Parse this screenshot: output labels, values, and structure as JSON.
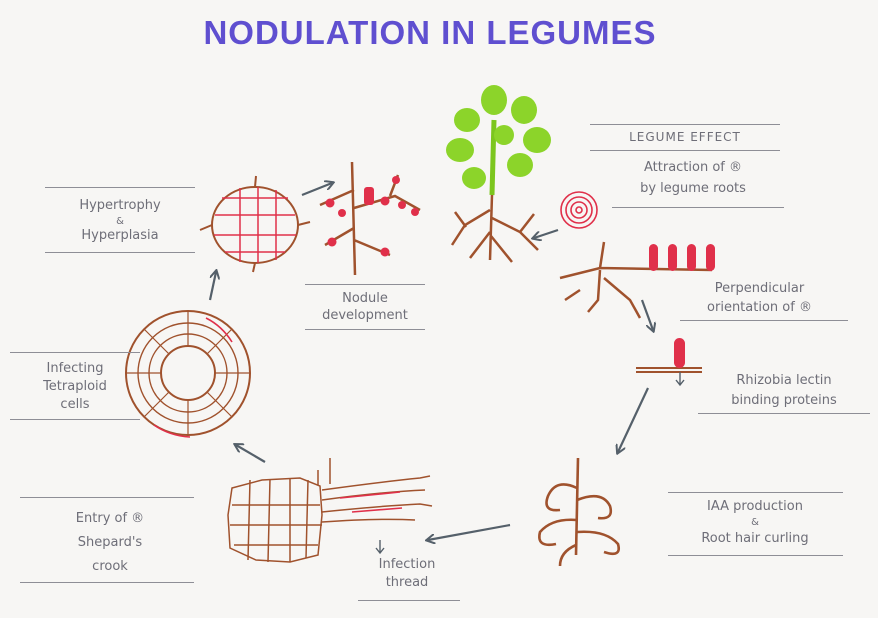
{
  "title": "NODULATION IN LEGUMES",
  "colors": {
    "title": "#5f4fd0",
    "root": "#a0522d",
    "rhizobia": "#e0304a",
    "leaf": "#7cc61e",
    "arrow": "#55606a",
    "text": "#6e6e78"
  },
  "steps": [
    {
      "id": "legume-effect",
      "heading": "LEGUME EFFECT",
      "lines": [
        "Attraction of ®",
        "by legume roots"
      ]
    },
    {
      "id": "perpendicular",
      "lines": [
        "Perpendicular",
        "orientation of ®"
      ]
    },
    {
      "id": "lectin",
      "lines": [
        "Rhizobia lectin",
        "binding proteins"
      ]
    },
    {
      "id": "iaa",
      "lines": [
        "IAA production",
        "&",
        "Root hair curling"
      ]
    },
    {
      "id": "infection-thread",
      "lines": [
        "Infection",
        "thread"
      ]
    },
    {
      "id": "entry",
      "lines": [
        "Entry of ®",
        "Shepard's",
        "crook"
      ]
    },
    {
      "id": "tetraploid",
      "lines": [
        "Infecting",
        "Tetraploid",
        "cells"
      ]
    },
    {
      "id": "hypertrophy",
      "lines": [
        "Hypertrophy",
        "&",
        "Hyperplasia"
      ]
    },
    {
      "id": "nodule",
      "lines": [
        "Nodule",
        "development"
      ]
    }
  ]
}
